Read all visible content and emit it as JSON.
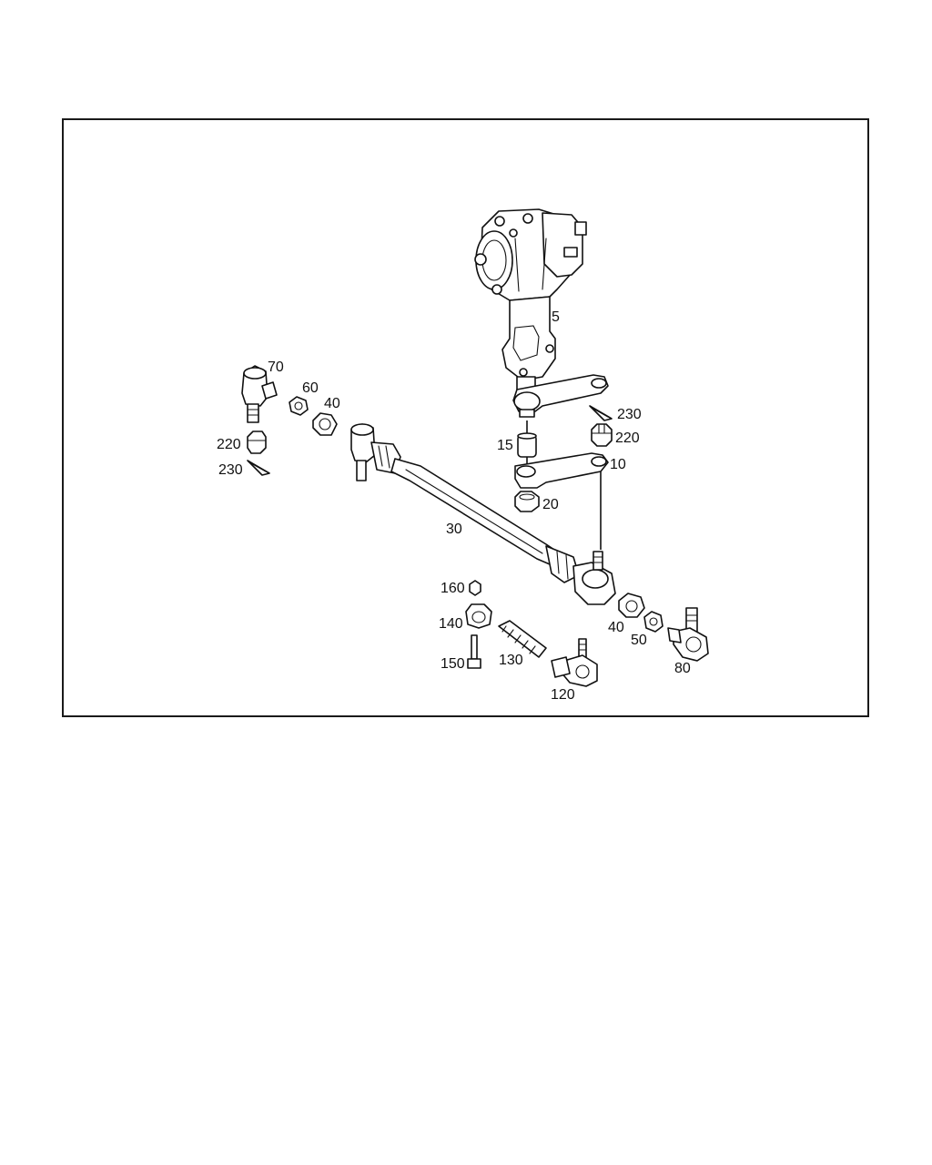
{
  "diagram": {
    "colors": {
      "line": "#111111",
      "background": "#ffffff"
    },
    "labels": {
      "steering_gear": "5",
      "pitman_arm": "10",
      "bushing": "15",
      "nut_20": "20",
      "drag_link": "30",
      "nut_40_left": "40",
      "nut_40_right": "40",
      "washer_50": "50",
      "washer_60": "60",
      "tie_rod_end_70": "70",
      "tie_rod_end_80": "80",
      "tie_rod_end_120": "120",
      "adjusting_sleeve_130": "130",
      "clamp_140": "140",
      "bolt_150": "150",
      "nut_160": "160",
      "castle_nut_220_left": "220",
      "castle_nut_220_right": "220",
      "cotter_pin_230_left": "230",
      "cotter_pin_230_right": "230"
    }
  }
}
